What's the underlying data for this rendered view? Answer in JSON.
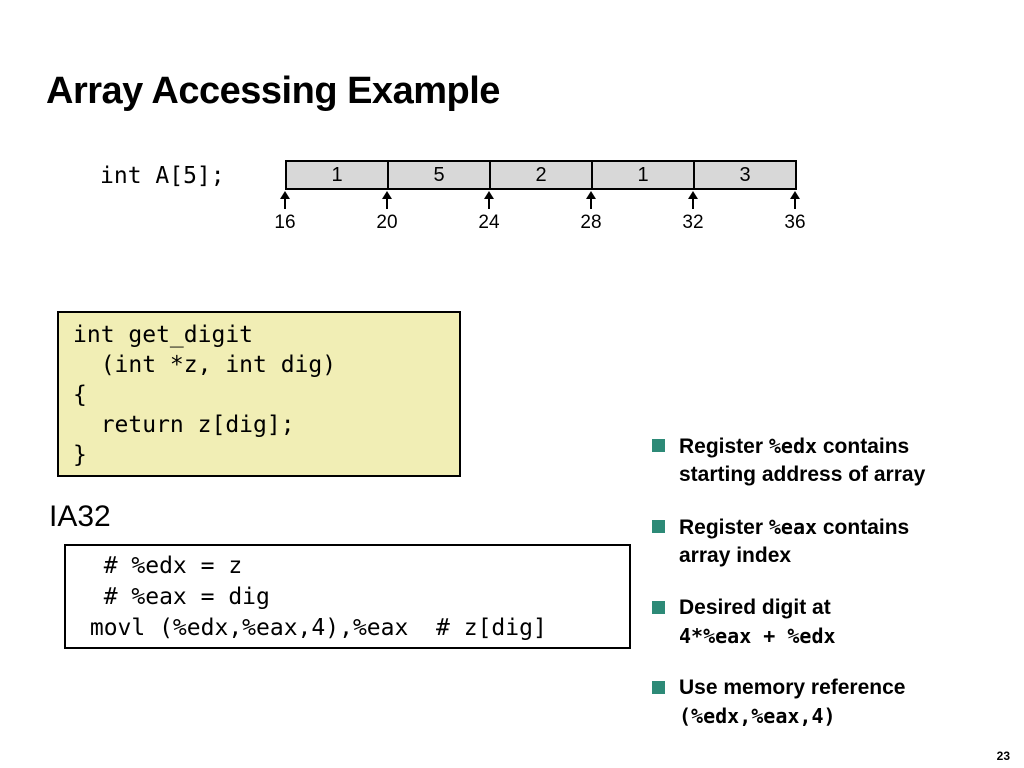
{
  "slide": {
    "title": "Array Accessing Example",
    "page_number": "23"
  },
  "array_diagram": {
    "declaration": "int A[5];",
    "cells": [
      "1",
      "5",
      "2",
      "1",
      "3"
    ],
    "addresses": [
      "16",
      "20",
      "24",
      "28",
      "32",
      "36"
    ]
  },
  "c_code": {
    "lines": [
      "int get_digit",
      "  (int *z, int dig)",
      "{",
      "  return z[dig];",
      "}"
    ]
  },
  "ia32": {
    "label": "IA32",
    "lines": [
      "  # %edx = z",
      "  # %eax = dig",
      " movl (%edx,%eax,4),%eax  # z[dig]"
    ]
  },
  "bullets": {
    "b1": {
      "l1a": "Register ",
      "l1m": "%edx",
      "l1b": " contains",
      "l2": "starting address of array"
    },
    "b2": {
      "l1a": "Register ",
      "l1m": "%eax",
      "l1b": " contains",
      "l2": "array index"
    },
    "b3": {
      "l1": "Desired digit at",
      "l2m": "4*%eax + %edx"
    },
    "b4": {
      "l1": "Use memory reference",
      "l2m": "(%edx,%eax,4)"
    }
  },
  "colors": {
    "bullet": "#2d8a77",
    "code_box_bg": "#f1eeb5",
    "cell_bg": "#d8d8d8"
  }
}
